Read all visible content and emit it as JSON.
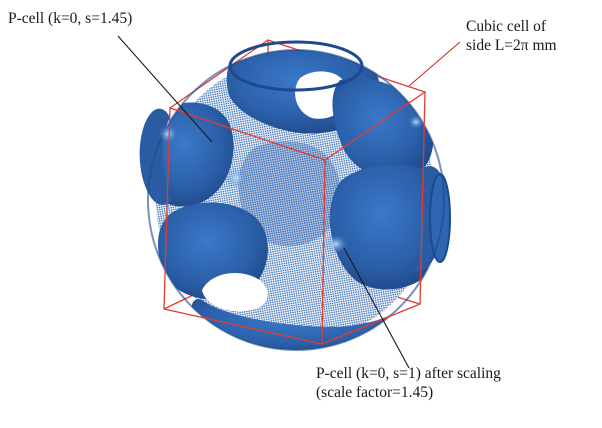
{
  "labels": {
    "p_cell_top": "P-cell (k=0, s=1.45)",
    "cubic_cell_line1": "Cubic cell of",
    "cubic_cell_line2": "side L=2π mm",
    "p_cell_scaled_line1": "P-cell (k=0, s=1) after scaling",
    "p_cell_scaled_line2": "(scale factor=1.45)"
  },
  "colors": {
    "surface_blue": "#2c63ad",
    "surface_blue_dark": "#1a3f7a",
    "mesh_white": "#eef3fb",
    "cube_edges": "#e53a2e",
    "leader_black": "#1a1a1a",
    "leader_red": "#d42a1f"
  }
}
